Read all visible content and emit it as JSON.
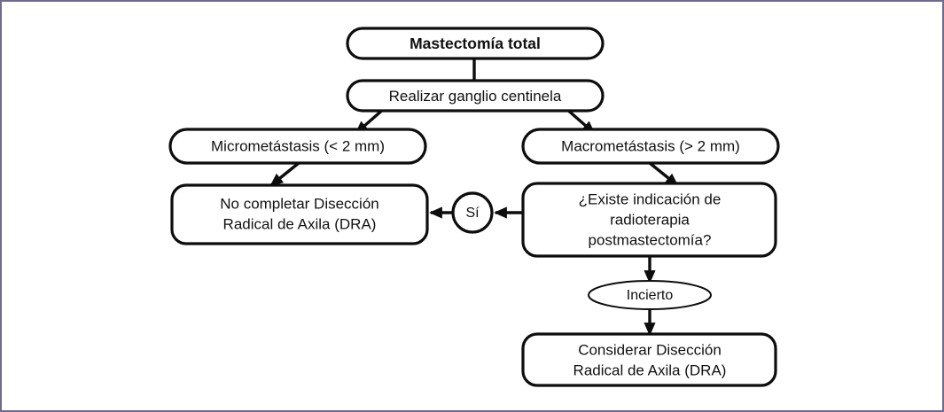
{
  "figure": {
    "border_color": "#6f6a8e",
    "background_color": "#ffffff",
    "stroke_color": "#0d0d0d",
    "text_color": "#111111",
    "type": "flowchart",
    "language": "es"
  },
  "nodes": {
    "start": {
      "label": "Mastectomía total",
      "shape": "rounded-rectangle",
      "emphasis": "bold"
    },
    "sentinel": {
      "label": "Realizar ganglio centinela",
      "shape": "rounded-rectangle"
    },
    "micro": {
      "label": "Micrometástasis (< 2 mm)",
      "shape": "rounded-rectangle"
    },
    "macro": {
      "label": "Macrometástasis (> 2 mm)",
      "shape": "rounded-rectangle"
    },
    "no_dra": {
      "line1": "No completar Disección",
      "line2": "Radical de Axila (DRA)",
      "shape": "rounded-rectangle"
    },
    "decision": {
      "line1": "¿Existe indicación de",
      "line2": "radioterapia",
      "line3": "postmastectomía?",
      "shape": "rounded-rectangle"
    },
    "yes": {
      "label": "Sí",
      "shape": "circle"
    },
    "uncertain": {
      "label": "Incierto",
      "shape": "ellipse"
    },
    "consider_dra": {
      "line1": "Considerar Disección",
      "line2": "Radical de Axila (DRA)",
      "shape": "rounded-rectangle"
    }
  },
  "edges": [
    {
      "from": "start",
      "to": "sentinel",
      "style": "vertical",
      "label": ""
    },
    {
      "from": "sentinel",
      "to": "micro",
      "style": "diagonal-left",
      "label": ""
    },
    {
      "from": "sentinel",
      "to": "macro",
      "style": "diagonal-right",
      "label": ""
    },
    {
      "from": "micro",
      "to": "no_dra",
      "style": "diagonal-left",
      "label": ""
    },
    {
      "from": "macro",
      "to": "decision",
      "style": "diagonal-right",
      "label": ""
    },
    {
      "from": "decision",
      "to": "yes",
      "style": "horizontal-left",
      "label": "Sí"
    },
    {
      "from": "yes",
      "to": "no_dra",
      "style": "horizontal-left",
      "label": ""
    },
    {
      "from": "decision",
      "to": "uncertain",
      "style": "vertical",
      "label": ""
    },
    {
      "from": "uncertain",
      "to": "consider_dra",
      "style": "vertical",
      "label": ""
    }
  ]
}
